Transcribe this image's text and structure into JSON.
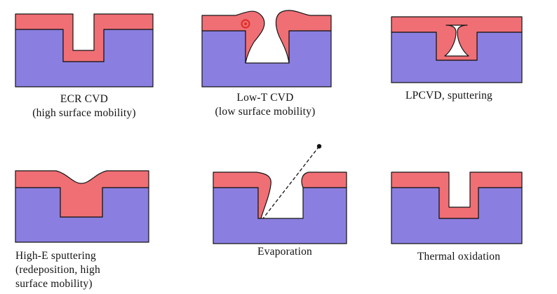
{
  "colors": {
    "substrate": "#8a7fe0",
    "film": "#ef6f75",
    "outline": "#141414",
    "cursor_marker": "#e0302a"
  },
  "panels": [
    {
      "id": "ecr-cvd",
      "caption_lines": [
        "ECR CVD",
        "(high surface mobility)"
      ]
    },
    {
      "id": "low-t-cvd",
      "caption_lines": [
        "Low-T CVD",
        "(low surface mobility)"
      ]
    },
    {
      "id": "lpcvd-sputtering",
      "caption_lines": [
        "LPCVD, sputtering"
      ]
    },
    {
      "id": "high-e-sputtering",
      "caption_lines": [
        "High-E sputtering",
        "(redeposition, high",
        "surface mobility)"
      ]
    },
    {
      "id": "evaporation",
      "caption_lines": [
        "Evaporation"
      ]
    },
    {
      "id": "thermal-oxidation",
      "caption_lines": [
        "Thermal oxidation"
      ]
    }
  ]
}
